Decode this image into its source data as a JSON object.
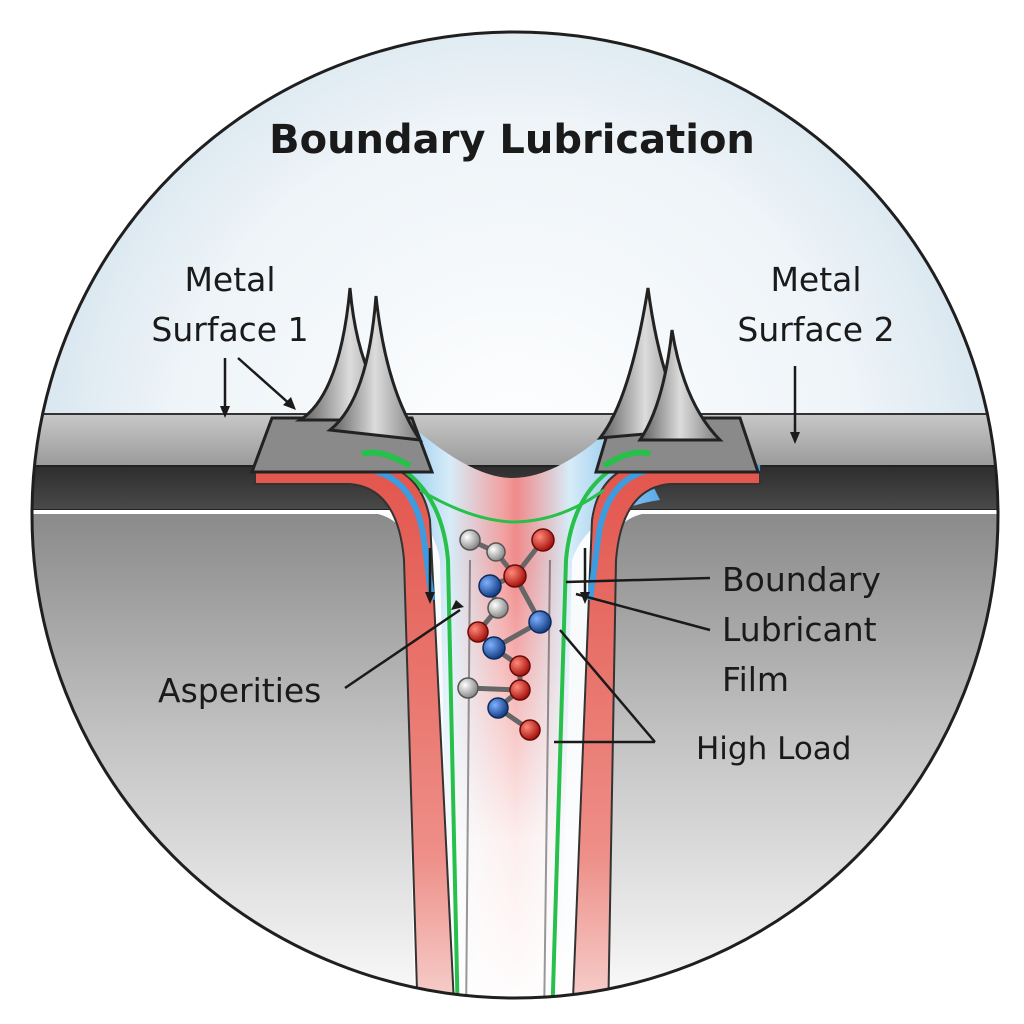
{
  "title": "Boundary Lubrication",
  "labels": {
    "metal_surface_1": [
      "Metal",
      "Surface 1"
    ],
    "metal_surface_2": [
      "Metal",
      "Surface 2"
    ],
    "asperities": "Asperities",
    "boundary_film": [
      "Boundary",
      "Lubricant",
      "Film"
    ],
    "high_load": "High Load"
  },
  "colors": {
    "circle_edge": "#1f1f1f",
    "background_sky": "#d8e6f0",
    "metal_dark": "#3a3a3a",
    "metal_light": "#a9a9a9",
    "red_layer": "#e2554c",
    "blue_layer": "#3d9be0",
    "green_film": "#27c04a",
    "atom_red": "#c0221f",
    "atom_blue": "#1d4f9e",
    "atom_gray": "#b5b5b5"
  },
  "icons": [
    "molecule-chain-icon",
    "asperity-peak-icon"
  ]
}
